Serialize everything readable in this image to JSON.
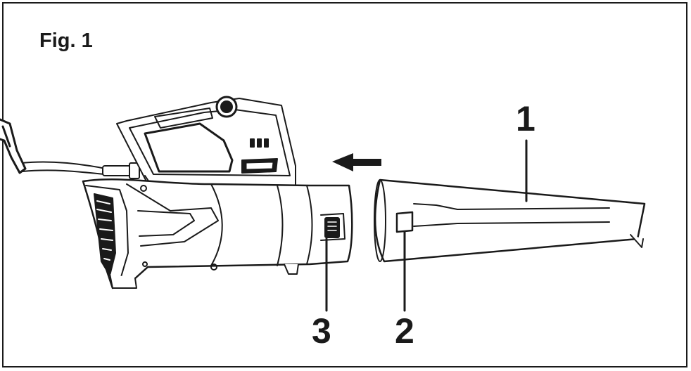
{
  "figure": {
    "title": "Fig. 1",
    "callouts": [
      {
        "id": "1",
        "label": "1"
      },
      {
        "id": "2",
        "label": "2"
      },
      {
        "id": "3",
        "label": "3"
      }
    ],
    "colors": {
      "line": "#1a1a1a",
      "background": "#ffffff"
    }
  }
}
